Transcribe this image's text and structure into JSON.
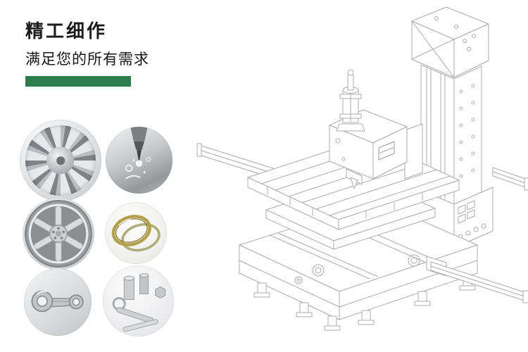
{
  "header": {
    "title": "精工细作",
    "subtitle": "满足您的所有需求",
    "accent_color": "#2e7d4f"
  },
  "gallery": {
    "items": [
      {
        "name": "impeller-photo"
      },
      {
        "name": "cnc-milling-photo"
      },
      {
        "name": "alloy-wheel-photo"
      },
      {
        "name": "metal-rings-photo"
      },
      {
        "name": "connecting-rod-photo"
      },
      {
        "name": "machined-parts-photo"
      }
    ]
  },
  "diagram": {
    "name": "cnc-vertical-machining-center-wireframe",
    "line_color": "#acacac"
  }
}
